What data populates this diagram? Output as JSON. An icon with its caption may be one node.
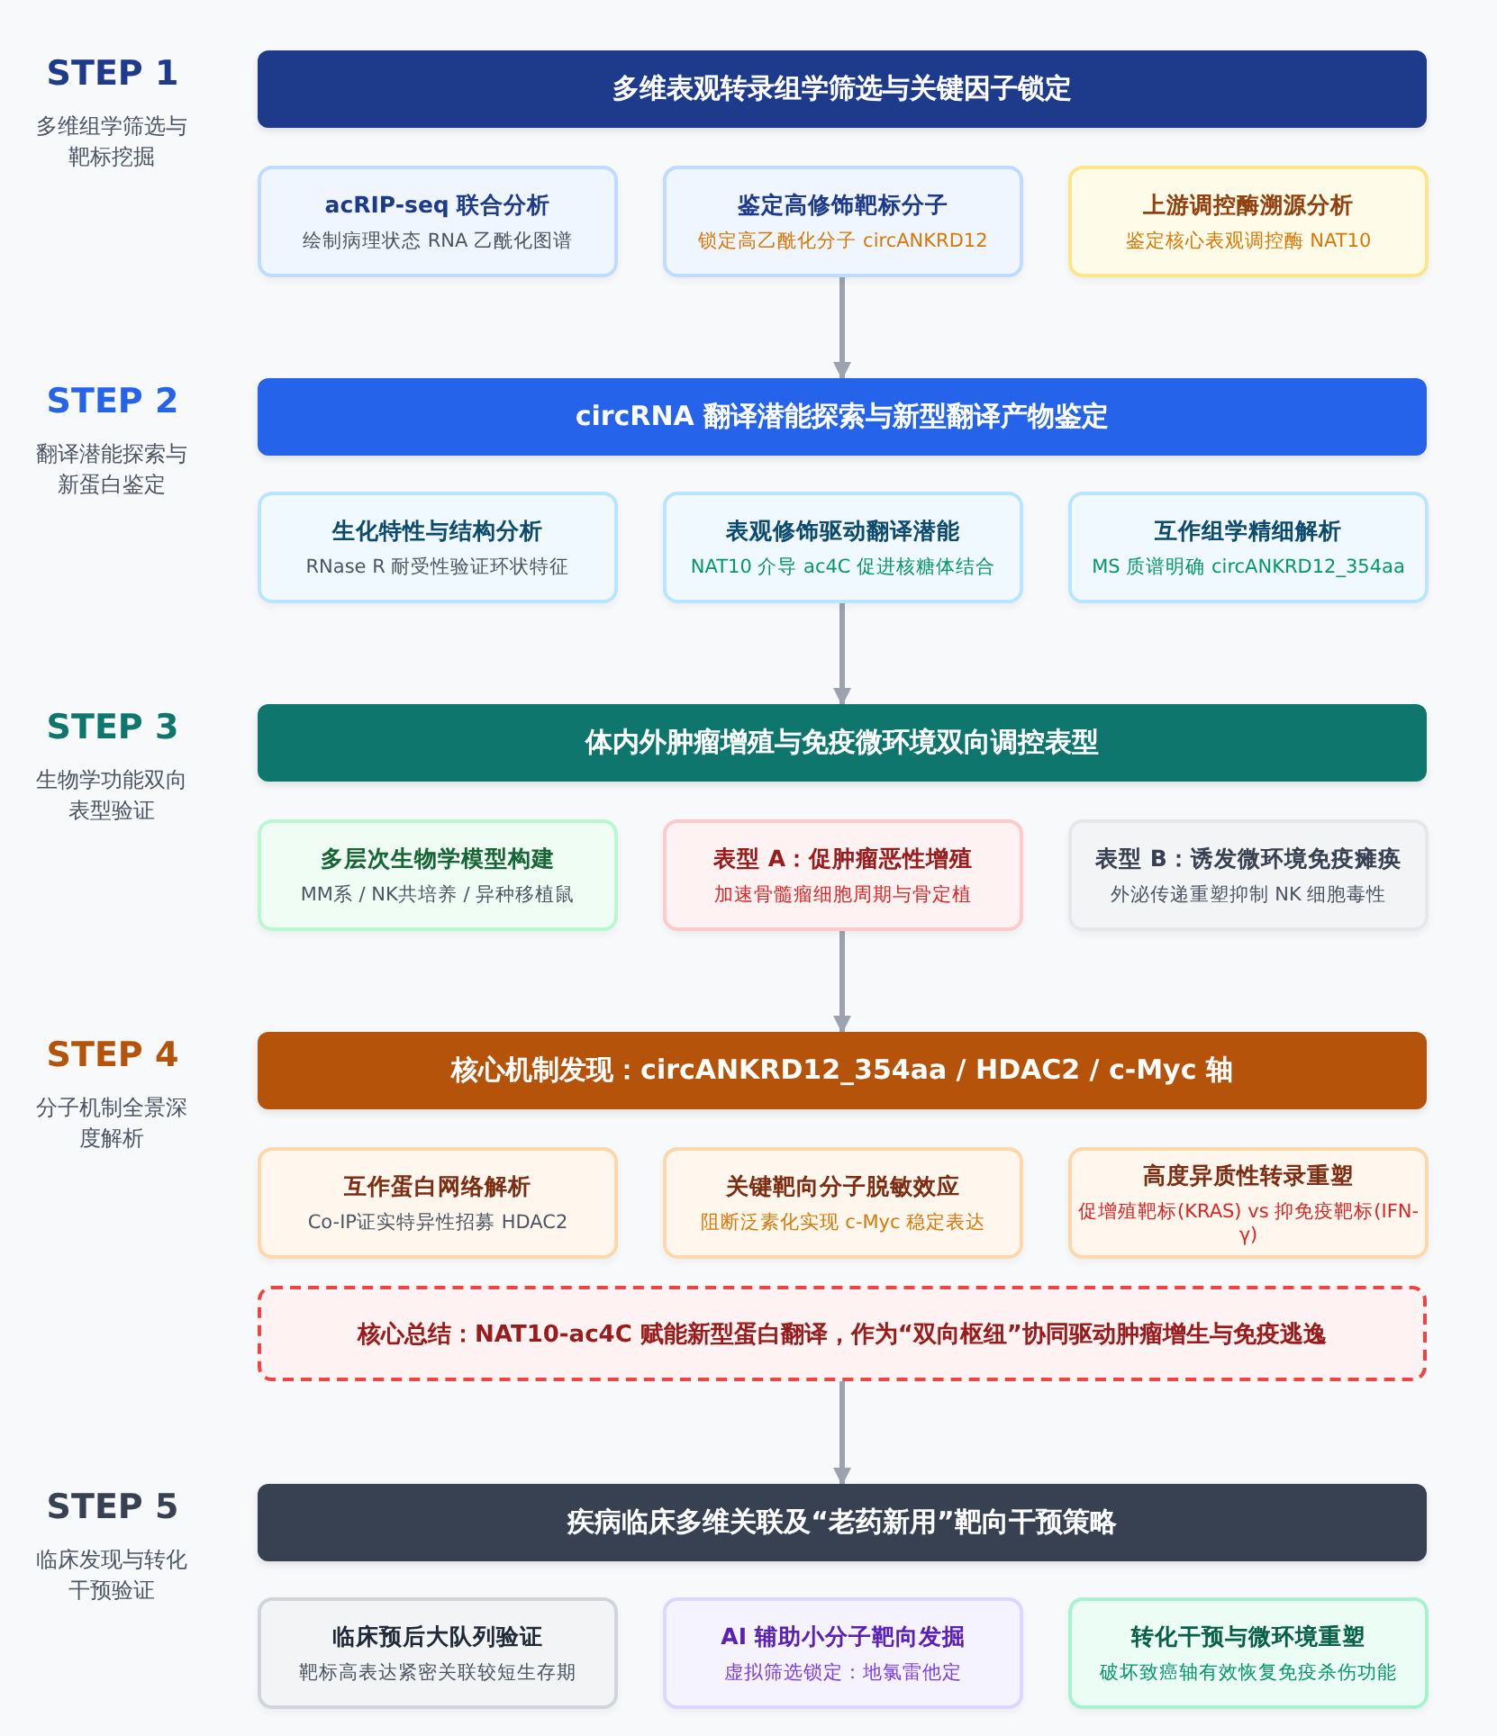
{
  "diagram": {
    "nodes": [
      {
        "text": [
          "多维表观转录组学筛选与关键因子锁定"
        ]
      },
      {
        "text": [
          "acRIP-seq 联合分析",
          "绘制病理状态 RNA 乙酰化图谱"
        ]
      },
      {
        "text": [
          "鉴定高修饰靶标分子",
          "锁定高乙酰化分子 circANKRD12"
        ]
      },
      {
        "text": [
          "上游调控酶溯源分析",
          "鉴定核心表观调控酶 NAT10"
        ]
      },
      {
        "text": [
          "circRNA 翻译潜能探索与新型翻译产物鉴定"
        ]
      },
      {
        "text": [
          "生化特性与结构分析",
          "RNase R 耐受性验证环状特征"
        ]
      },
      {
        "text": [
          "表观修饰驱动翻译潜能",
          "NAT10 介导 ac4C 促进核糖体结合"
        ]
      },
      {
        "text": [
          "互作组学精细解析",
          "MS 质谱明确 circANKRD12_354aa"
        ]
      },
      {
        "text": [
          "体内外肿瘤增殖与免疫微环境双向调控表型"
        ]
      },
      {
        "text": [
          "多层次生物学模型构建",
          "MM系 / NK共培养 / 异种移植鼠"
        ]
      },
      {
        "text": [
          "表型 A：促肿瘤恶性增殖",
          "加速骨髓瘤细胞周期与骨定植"
        ]
      },
      {
        "text": [
          "表型 B：诱发微环境免疫瘫痪",
          "外泌传递重塑抑制 NK 细胞毒性"
        ]
      },
      {
        "text": [
          "核心机制发现：circANKRD12_354aa / HDAC2 / c-Myc 轴"
        ]
      },
      {
        "text": [
          "互作蛋白网络解析",
          "Co-IP证实特异性招募 HDAC2"
        ]
      },
      {
        "text": [
          "关键靶向分子脱敏效应",
          "阻断泛素化实现 c-Myc 稳定表达"
        ]
      },
      {
        "text": [
          "高度异质性转录重塑",
          "促增殖靶标(KRAS) vs 抑免疫靶标(IFN-γ)"
        ]
      },
      {
        "text": [
          "核心总结：NAT10-ac4C 赋能新型蛋白翻译，作为“双向枢纽”协同驱动肿瘤增生与免疫逃逸"
        ]
      },
      {
        "text": [
          "疾病临床多维关联及“老药新用”靶向干预策略"
        ]
      },
      {
        "text": [
          "临床预后大队列验证",
          "靶标高表达紧密关联较短生存期"
        ]
      },
      {
        "text": [
          "AI 辅助小分子靶向发掘",
          "虚拟筛选锁定：地氯雷他定"
        ]
      },
      {
        "text": [
          "转化干预与微环境重塑",
          "破坏致癌轴有效恢复免疫杀伤功能"
        ]
      }
    ],
    "edges": [
      {
        "from": 2,
        "to": 4,
        "arrow": "to"
      },
      {
        "from": 6,
        "to": 8,
        "arrow": "to"
      },
      {
        "from": 10,
        "to": 12,
        "arrow": "to"
      },
      {
        "from": 16,
        "to": 17,
        "arrow": "to"
      }
    ],
    "labels": [
      "STEP 1",
      "多维组学筛选与靶标挖掘",
      "STEP 2",
      "翻译潜能探索与新蛋白鉴定",
      "STEP 3",
      "生物学功能双向表型验证",
      "STEP 4",
      "分子机制全景深度解析",
      "STEP 5",
      "临床发现与转化干预验证"
    ]
  }
}
